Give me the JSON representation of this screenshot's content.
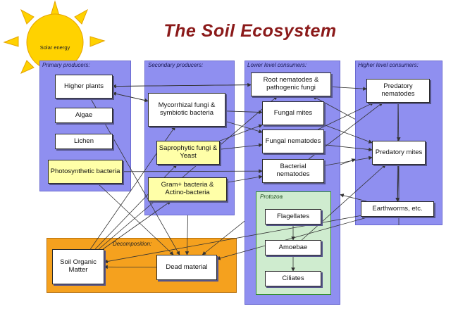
{
  "title": "The Soil Ecosystem",
  "sun": {
    "label": "Solar energy",
    "color": "#ffd200"
  },
  "colors": {
    "panel": "#8f8ff0",
    "producer_highlight": "#ffffa8",
    "protozoa_panel": "#cfeccf",
    "decomposition_panel": "#f5a11e",
    "title": "#8b1a1a"
  },
  "panels": {
    "primary": "Primary producers:",
    "secondary": "Secondary producers:",
    "lower": "Lower level consumers:",
    "higher": "Higher level consumers:",
    "protozoa": "Protozoa",
    "decomposition": "Decomposition:"
  },
  "nodes": {
    "higher_plants": "Higher plants",
    "algae": "Algae",
    "lichen": "Lichen",
    "photosynthetic_bacteria": "Photosynthetic bacteria",
    "mycorrhizal_fungi": "Mycorrhizal fungi & symbiotic bacteria",
    "saprophytic_fungi": "Saprophytic fungi & Yeast",
    "gram_bacteria": "Gram+ bacteria & Actino-bacteria",
    "root_nematodes": "Root nematodes & pathogenic fungi",
    "fungal_mites": "Fungal mites",
    "fungal_nematodes": "Fungal nematodes",
    "bacterial_nematodes": "Bacterial nematodes",
    "flagellates": "Flagellates",
    "amoebae": "Amoebae",
    "ciliates": "Ciliates",
    "predatory_nematodes": "Predatory nematodes",
    "predatory_mites": "Predatory mites",
    "earthworms": "Earthworms, etc.",
    "soil_organic_matter": "Soil Organic Matter",
    "dead_material": "Dead material"
  },
  "edges": [
    [
      "higher_plants",
      "root_nematodes"
    ],
    [
      "root_nematodes",
      "higher_plants"
    ],
    [
      "mycorrhizal_fungi",
      "higher_plants"
    ],
    [
      "higher_plants",
      "mycorrhizal_fungi"
    ],
    [
      "mycorrhizal_fungi",
      "fungal_mites"
    ],
    [
      "mycorrhizal_fungi",
      "fungal_nematodes"
    ],
    [
      "saprophytic_fungi",
      "fungal_mites"
    ],
    [
      "saprophytic_fungi",
      "fungal_nematodes"
    ],
    [
      "photosynthetic_bacteria",
      "bacterial_nematodes"
    ],
    [
      "gram_bacteria",
      "bacterial_nematodes"
    ],
    [
      "root_nematodes",
      "predatory_nematodes"
    ],
    [
      "fungal_mites",
      "predatory_mites"
    ],
    [
      "fungal_nematodes",
      "predatory_nematodes"
    ],
    [
      "fungal_nematodes",
      "predatory_mites"
    ],
    [
      "bacterial_nematodes",
      "predatory_nematodes"
    ],
    [
      "bacterial_nematodes",
      "predatory_mites"
    ],
    [
      "flagellates",
      "amoebae"
    ],
    [
      "amoebae",
      "ciliates"
    ],
    [
      "amoebae",
      "predatory_mites"
    ],
    [
      "predatory_nematodes",
      "predatory_mites"
    ],
    [
      "predatory_mites",
      "earthworms"
    ],
    [
      "predatory_nematodes",
      "earthworms"
    ],
    [
      "dead_material",
      "soil_organic_matter"
    ],
    [
      "soil_organic_matter",
      "mycorrhizal_fungi"
    ],
    [
      "soil_organic_matter",
      "saprophytic_fungi"
    ],
    [
      "soil_organic_matter",
      "gram_bacteria"
    ],
    [
      "soil_organic_matter",
      "root_nematodes"
    ],
    [
      "higher_plants",
      "dead_material"
    ],
    [
      "photosynthetic_bacteria",
      "dead_material"
    ],
    [
      "secondary_panel",
      "dead_material"
    ],
    [
      "lower_panel",
      "dead_material"
    ],
    [
      "earthworms",
      "dead_material"
    ],
    [
      "earthworms",
      "soil_organic_matter"
    ],
    [
      "higher_panel",
      "root_nematodes"
    ],
    [
      "higher_panel",
      "predatory_mites"
    ],
    [
      "earthworms",
      "lower_panel"
    ],
    [
      "lower_panel",
      "higher_panel"
    ]
  ]
}
